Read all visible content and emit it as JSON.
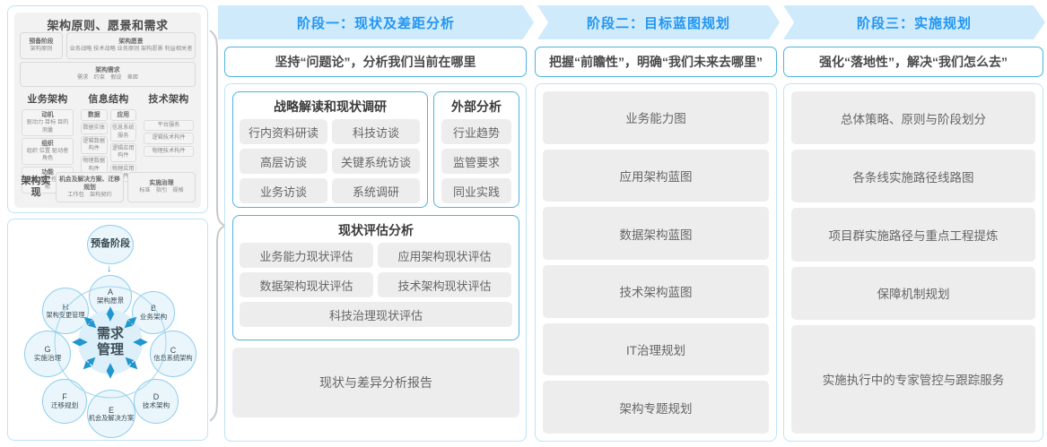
{
  "left_panel": {
    "togaf": {
      "title": "架构原则、愿景和需求",
      "prep_stage": {
        "name": "预备阶段",
        "items": "架构原则"
      },
      "vision": {
        "name": "架构愿景",
        "items": "业务战略 技术战略 业务原则 架构愿景 利益相关者"
      },
      "requirements": {
        "name": "架构需求",
        "items": "需求　约束　假设　差距"
      },
      "columns": [
        {
          "header": "业务架构",
          "cells": [
            {
              "name": "动机",
              "items": "驱动力 目标 目的 测量"
            },
            {
              "name": "组织",
              "items": "组织 位置 驱动者 角色"
            },
            {
              "name": "功能",
              "items": "服务 流程 控制 功能"
            }
          ]
        },
        {
          "header": "信息结构",
          "sub_left": {
            "name": "数据",
            "items": [
              "数据实体",
              "逻辑数据构件",
              "物理数据构件"
            ]
          },
          "sub_right": {
            "name": "应用",
            "items": [
              "信息系统服务",
              "逻辑应用构件",
              "物理应用构件"
            ]
          }
        },
        {
          "header": "技术架构",
          "items": [
            "平台服务",
            "逻辑技术构件",
            "物理技术构件"
          ]
        }
      ],
      "footer": {
        "key": "架构实现",
        "boxes": [
          {
            "name": "机会及解决方案、迁移规划",
            "items": "工作包　架构契约"
          },
          {
            "name": "实施治理",
            "items": "标准　指引　规格"
          }
        ]
      }
    },
    "adm_cycle": {
      "prelim": "预备阶段",
      "center": [
        "需求",
        "管理"
      ],
      "nodes": [
        {
          "letter": "A",
          "label": "架构愿景"
        },
        {
          "letter": "B",
          "label": "业务架构"
        },
        {
          "letter": "C",
          "label": "信息系统架构"
        },
        {
          "letter": "D",
          "label": "技术架构"
        },
        {
          "letter": "E",
          "label": "机会及解决方案"
        },
        {
          "letter": "F",
          "label": "迁移规划"
        },
        {
          "letter": "G",
          "label": "实施治理"
        },
        {
          "letter": "H",
          "label": "架构变更管理"
        }
      ]
    }
  },
  "phases": [
    {
      "arrow_label": "阶段一：现状及差距分析",
      "subtitle": "坚持“问题论”，分析我们当前在哪里"
    },
    {
      "arrow_label": "阶段二：目标蓝图规划",
      "subtitle": "把握“前瞻性”，明确“我们未来去哪里”"
    },
    {
      "arrow_label": "阶段三：实施规划",
      "subtitle": "强化“落地性”，解决“我们怎么去”"
    }
  ],
  "phase1": {
    "group_strategy": {
      "title": "战略解读和现状调研",
      "chips": [
        "行内资料研读",
        "科技访谈",
        "高层访谈",
        "关键系统访谈",
        "业务访谈",
        "系统调研"
      ]
    },
    "group_external": {
      "title": "外部分析",
      "chips": [
        "行业趋势",
        "监管要求",
        "同业实践"
      ]
    },
    "group_assessment": {
      "title": "现状评估分析",
      "chips": [
        "业务能力现状评估",
        "应用架构现状评估",
        "数据架构现状评估",
        "技术架构现状评估"
      ],
      "full_chip": "科技治理现状评估"
    },
    "report": "现状与差异分析报告"
  },
  "phase2": {
    "chips": [
      "业务能力图",
      "应用架构蓝图",
      "数据架构蓝图",
      "技术架构蓝图",
      "IT治理规划",
      "架构专题规划"
    ]
  },
  "phase3": {
    "chips": [
      "总体策略、原则与阶段划分",
      "各条线实施路径线路图",
      "项目群实施路径与重点工程提炼",
      "保障机制规划",
      "实施执行中的专家管控与跟踪服务"
    ]
  },
  "colors": {
    "arrow_bg": "#cfeafb",
    "arrow_text": "#2196f3",
    "border_blue": "#4fb3e0",
    "panel_border": "#bfe3f5",
    "chip_bg": "#ededed",
    "chip_text": "#666666",
    "node_fill": "#eaf6fc",
    "node_stroke": "#8ecdec",
    "center_fill": "#ddf0fa",
    "connector": "#2196cf"
  }
}
